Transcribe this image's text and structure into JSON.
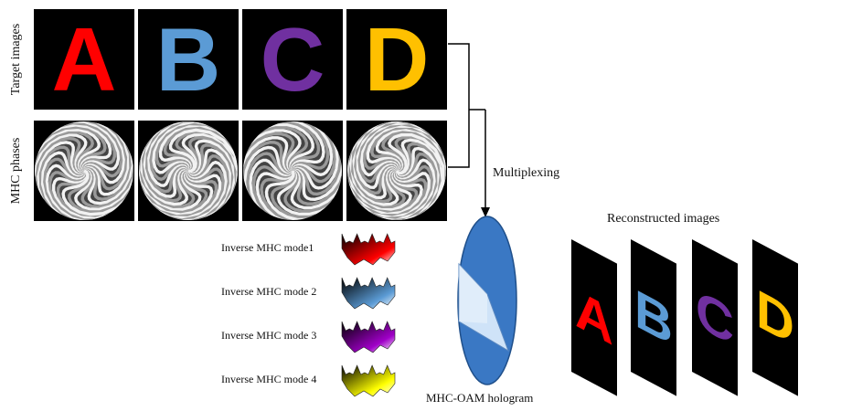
{
  "labels": {
    "target_images": "Target images",
    "mhc_phases": "MHC phases",
    "multiplexing": "Multiplexing",
    "reconstructed_images": "Reconstructed images",
    "hologram": "MHC-OAM hologram"
  },
  "target_images": [
    {
      "letter": "A",
      "color": "#ff0000"
    },
    {
      "letter": "B",
      "color": "#5b9bd5"
    },
    {
      "letter": "C",
      "color": "#7030a0"
    },
    {
      "letter": "D",
      "color": "#ffc000"
    }
  ],
  "inverse_modes": [
    {
      "label": "Inverse MHC mode1",
      "color": "#ff0000"
    },
    {
      "label": "Inverse MHC mode 2",
      "color": "#5b9bd5"
    },
    {
      "label": "Inverse MHC mode 3",
      "color": "#a000c8"
    },
    {
      "label": "Inverse MHC mode 4",
      "color": "#ffff00"
    }
  ],
  "reconstructed": [
    {
      "letter": "A",
      "color": "#ff0000"
    },
    {
      "letter": "B",
      "color": "#5b9bd5"
    },
    {
      "letter": "C",
      "color": "#7030a0"
    },
    {
      "letter": "D",
      "color": "#ffc000"
    }
  ],
  "colors": {
    "hologram_fill": "#3a78c4",
    "hologram_inner": "#cfe3f8"
  }
}
